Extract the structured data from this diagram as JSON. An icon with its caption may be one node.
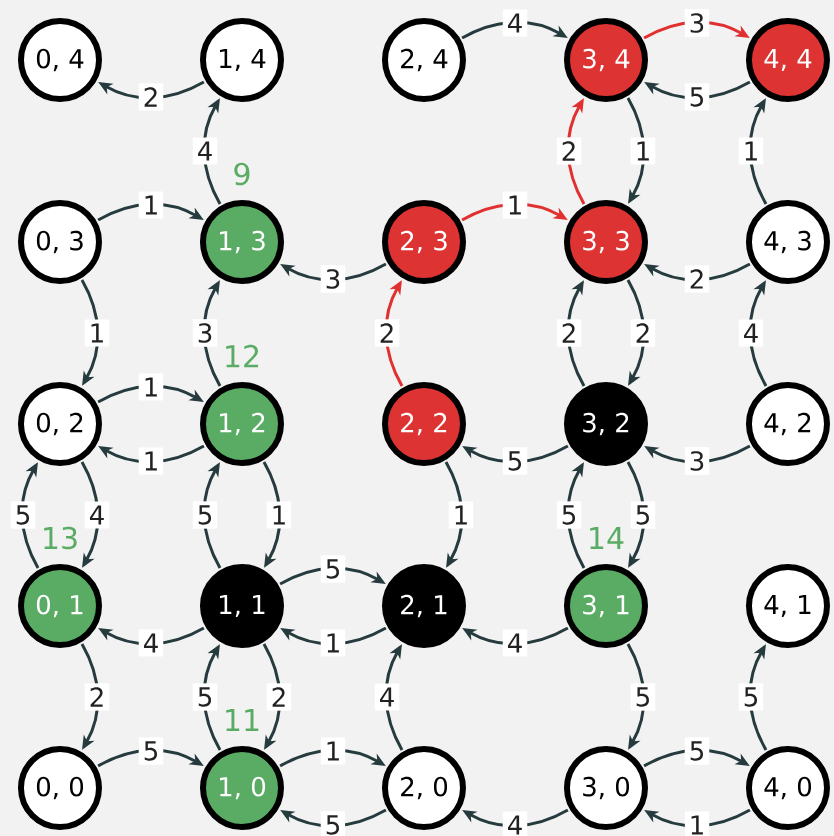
{
  "diagram": {
    "nodes": [
      {
        "text": [
          "0, 4"
        ]
      },
      {
        "text": [
          "1, 4"
        ]
      },
      {
        "text": [
          "2, 4"
        ]
      },
      {
        "text": [
          "3, 4"
        ]
      },
      {
        "text": [
          "4, 4"
        ]
      },
      {
        "text": [
          "0, 3"
        ]
      },
      {
        "text": [
          "1, 3"
        ],
        "beside": [
          "9"
        ]
      },
      {
        "text": [
          "2, 3"
        ]
      },
      {
        "text": [
          "3, 3"
        ]
      },
      {
        "text": [
          "4, 3"
        ]
      },
      {
        "text": [
          "0, 2"
        ]
      },
      {
        "text": [
          "1, 2"
        ],
        "beside": [
          "12"
        ]
      },
      {
        "text": [
          "2, 2"
        ]
      },
      {
        "text": [
          "3, 2"
        ]
      },
      {
        "text": [
          "4, 2"
        ]
      },
      {
        "text": [
          "0, 1"
        ],
        "beside": [
          "13"
        ]
      },
      {
        "text": [
          "1, 1"
        ]
      },
      {
        "text": [
          "2, 1"
        ]
      },
      {
        "text": [
          "3, 1"
        ],
        "beside": [
          "14"
        ]
      },
      {
        "text": [
          "4, 1"
        ]
      },
      {
        "text": [
          "0, 0"
        ]
      },
      {
        "text": [
          "1, 0"
        ],
        "beside": [
          "11"
        ]
      },
      {
        "text": [
          "2, 0"
        ]
      },
      {
        "text": [
          "3, 0"
        ]
      },
      {
        "text": [
          "4, 0"
        ]
      }
    ],
    "edges": [
      {
        "from": 1,
        "to": 0,
        "arrow": "to",
        "label": "2"
      },
      {
        "from": 2,
        "to": 3,
        "arrow": "to",
        "label": "4"
      },
      {
        "from": 3,
        "to": 4,
        "arrow": "to",
        "label": "3",
        "color": "#e03030"
      },
      {
        "from": 4,
        "to": 3,
        "arrow": "to",
        "label": "5"
      },
      {
        "from": 6,
        "to": 1,
        "arrow": "to",
        "label": "4"
      },
      {
        "from": 5,
        "to": 6,
        "arrow": "to",
        "label": "1"
      },
      {
        "from": 7,
        "to": 6,
        "arrow": "to",
        "label": "3"
      },
      {
        "from": 7,
        "to": 8,
        "arrow": "to",
        "label": "1",
        "color": "#e03030"
      },
      {
        "from": 8,
        "to": 3,
        "arrow": "to",
        "label": "2",
        "color": "#e03030"
      },
      {
        "from": 3,
        "to": 8,
        "arrow": "to",
        "label": "1"
      },
      {
        "from": 9,
        "to": 4,
        "arrow": "to",
        "label": "1"
      },
      {
        "from": 9,
        "to": 8,
        "arrow": "to",
        "label": "2"
      },
      {
        "from": 5,
        "to": 10,
        "arrow": "to",
        "label": "1"
      },
      {
        "from": 11,
        "to": 6,
        "arrow": "to",
        "label": "3"
      },
      {
        "from": 12,
        "to": 7,
        "arrow": "to",
        "label": "2",
        "color": "#e03030"
      },
      {
        "from": 13,
        "to": 8,
        "arrow": "to",
        "label": "2"
      },
      {
        "from": 8,
        "to": 13,
        "arrow": "to",
        "label": "2"
      },
      {
        "from": 14,
        "to": 9,
        "arrow": "to",
        "label": "4"
      },
      {
        "from": 10,
        "to": 11,
        "arrow": "to",
        "label": "1"
      },
      {
        "from": 11,
        "to": 10,
        "arrow": "to",
        "label": "1"
      },
      {
        "from": 13,
        "to": 12,
        "arrow": "to",
        "label": "5"
      },
      {
        "from": 14,
        "to": 13,
        "arrow": "to",
        "label": "3"
      },
      {
        "from": 15,
        "to": 10,
        "arrow": "to",
        "label": "5"
      },
      {
        "from": 10,
        "to": 15,
        "arrow": "to",
        "label": "4"
      },
      {
        "from": 16,
        "to": 11,
        "arrow": "to",
        "label": "5"
      },
      {
        "from": 11,
        "to": 16,
        "arrow": "to",
        "label": "1"
      },
      {
        "from": 12,
        "to": 17,
        "arrow": "to",
        "label": "1"
      },
      {
        "from": 18,
        "to": 13,
        "arrow": "to",
        "label": "5"
      },
      {
        "from": 13,
        "to": 18,
        "arrow": "to",
        "label": "5"
      },
      {
        "from": 16,
        "to": 17,
        "arrow": "to",
        "label": "5"
      },
      {
        "from": 17,
        "to": 16,
        "arrow": "to",
        "label": "1"
      },
      {
        "from": 16,
        "to": 15,
        "arrow": "to",
        "label": "4"
      },
      {
        "from": 18,
        "to": 17,
        "arrow": "to",
        "label": "4"
      },
      {
        "from": 15,
        "to": 20,
        "arrow": "to",
        "label": "2"
      },
      {
        "from": 21,
        "to": 16,
        "arrow": "to",
        "label": "5"
      },
      {
        "from": 16,
        "to": 21,
        "arrow": "to",
        "label": "2"
      },
      {
        "from": 22,
        "to": 17,
        "arrow": "to",
        "label": "4"
      },
      {
        "from": 18,
        "to": 23,
        "arrow": "to",
        "label": "5"
      },
      {
        "from": 24,
        "to": 19,
        "arrow": "to",
        "label": "5"
      },
      {
        "from": 20,
        "to": 21,
        "arrow": "to",
        "label": "5"
      },
      {
        "from": 21,
        "to": 22,
        "arrow": "to",
        "label": "1"
      },
      {
        "from": 22,
        "to": 21,
        "arrow": "to",
        "label": "5"
      },
      {
        "from": 23,
        "to": 24,
        "arrow": "to",
        "label": "5"
      },
      {
        "from": 24,
        "to": 23,
        "arrow": "to",
        "label": "1"
      },
      {
        "from": 23,
        "to": 22,
        "arrow": "to",
        "label": "4"
      }
    ]
  }
}
